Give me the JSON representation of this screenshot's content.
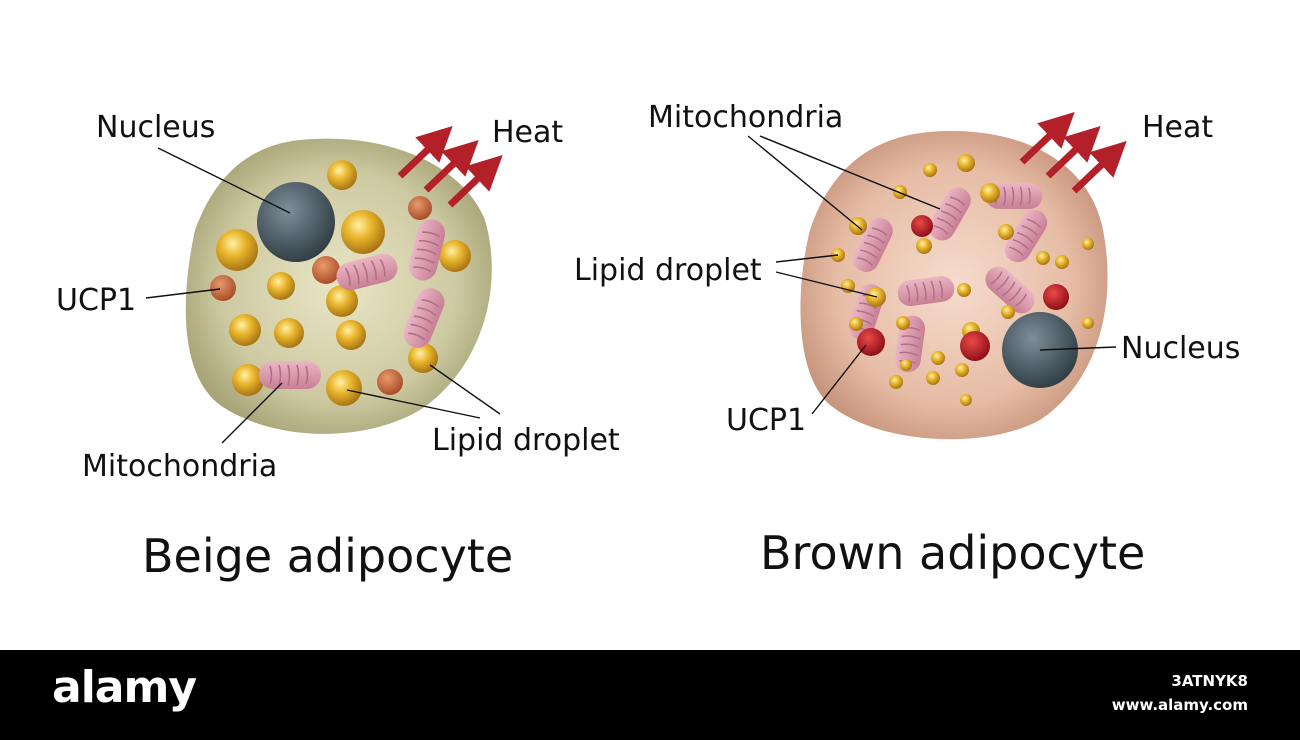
{
  "beige": {
    "title": "Beige adipocyte",
    "labels": {
      "nucleus": "Nucleus",
      "heat": "Heat",
      "ucp1": "UCP1",
      "mitochondria": "Mitochondria",
      "lipid": "Lipid droplet"
    }
  },
  "brown": {
    "title": "Brown adipocyte",
    "labels": {
      "mitochondria": "Mitochondria",
      "heat": "Heat",
      "lipid": "Lipid droplet",
      "nucleus": "Nucleus",
      "ucp1": "UCP1"
    }
  },
  "footer": {
    "brand": "alamy",
    "stock_id": "3ATNYK8",
    "url": "www.alamy.com"
  },
  "colors": {
    "beige_cell": "#c3c093",
    "brown_cell": "#e4bba4",
    "nucleus": "#4b5a63",
    "lipid": "#d9a624",
    "ucp1_beige": "#c76638",
    "ucp1_brown": "#b71c24",
    "mito": "#d89aad",
    "heat_arrow": "#b3202a"
  }
}
